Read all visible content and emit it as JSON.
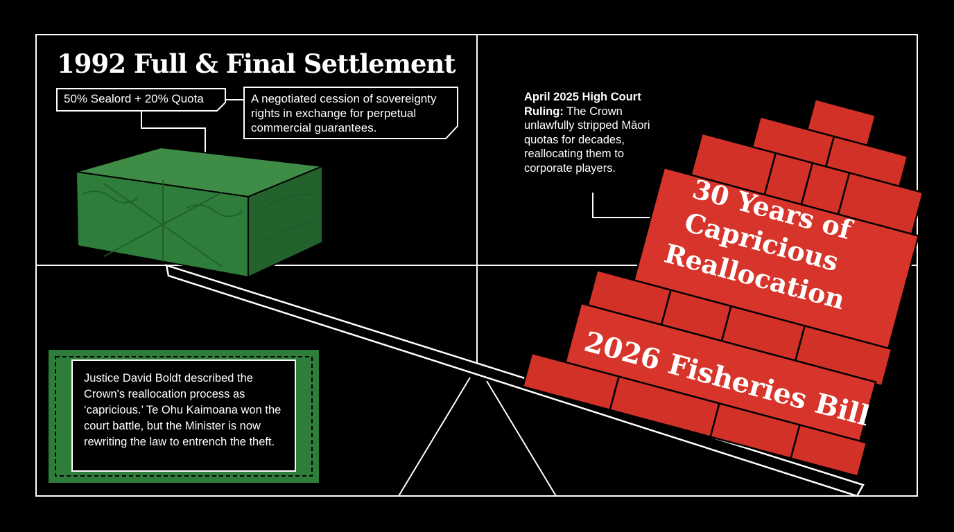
{
  "title": "1992 Full & Final Settlement",
  "settlement_label": "50% Sealord + 20% Quota",
  "settlement_description": "A negotiated cession of sovereignty rights in exchange for perpetual commercial guarantees.",
  "ruling": {
    "heading": "April 2025 High Court Ruling:",
    "body": " The Crown unlawfully stripped Māori quotas for decades, reallocating them to corporate players."
  },
  "pile_text": {
    "line1": "30 Years of",
    "line2": "Capricious",
    "line3": "Reallocation",
    "bill": "2026 Fisheries Bill"
  },
  "justice_note": "Justice David Boldt described the Crown's reallocation process as ‘capricious.’ Te Ohu Kaimoana won the court battle, but the Minister is now rewriting the law to entrench the theft.",
  "colors": {
    "green": "#2f7d3a",
    "red": "#d23128",
    "background": "#000000",
    "line": "#ffffff"
  }
}
